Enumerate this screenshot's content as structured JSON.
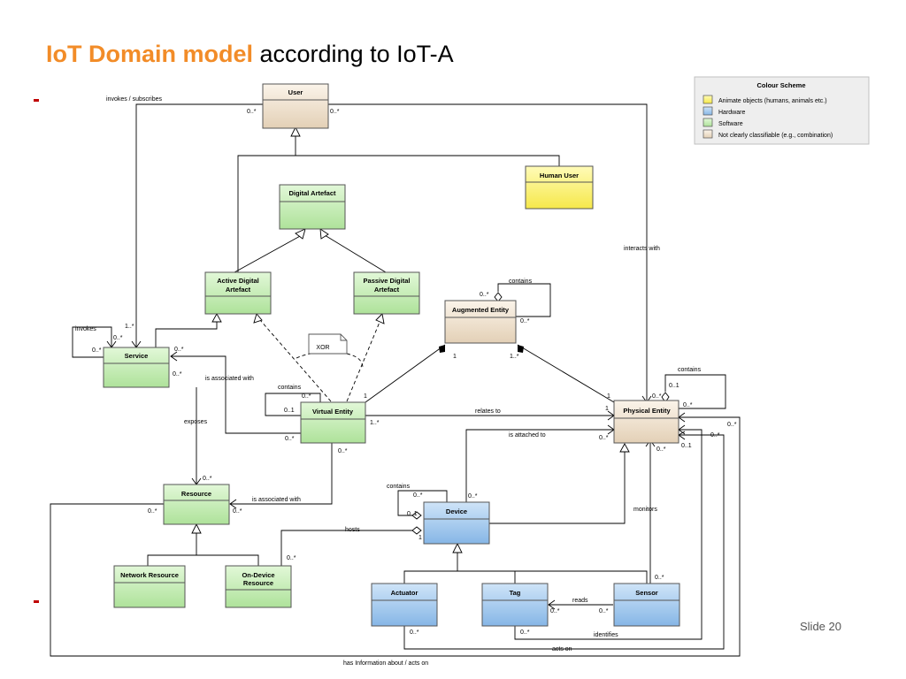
{
  "slide": {
    "title_accent": "IoT Domain model",
    "title_rest": " according to IoT-A",
    "slide_number": "Slide 20"
  },
  "colors": {
    "animate": "#fdf480",
    "hardware": "#a7ccef",
    "software": "#c6efb6",
    "mixed": "#efe1cd"
  },
  "legend": {
    "title": "Colour Scheme",
    "items": [
      {
        "key": "animate",
        "label": "Animate objects (humans, animals etc.)"
      },
      {
        "key": "hardware",
        "label": "Hardware"
      },
      {
        "key": "software",
        "label": "Software"
      },
      {
        "key": "mixed",
        "label": "Not clearly classifiable (e.g., combination)"
      }
    ]
  },
  "classes": {
    "user": {
      "name": "User",
      "kind": "mixed"
    },
    "human_user": {
      "name": "Human User",
      "kind": "animate"
    },
    "digital_artefact": {
      "name": "Digital Artefact",
      "kind": "software"
    },
    "active_digital_artefact": {
      "name": "Active Digital",
      "name2": "Artefact",
      "kind": "software"
    },
    "passive_digital_artefact": {
      "name": "Passive Digital",
      "name2": "Artefact",
      "kind": "software"
    },
    "augmented_entity": {
      "name": "Augmented Entity",
      "kind": "mixed"
    },
    "service": {
      "name": "Service",
      "kind": "software"
    },
    "virtual_entity": {
      "name": "Virtual Entity",
      "kind": "software"
    },
    "physical_entity": {
      "name": "Physical Entity",
      "kind": "mixed"
    },
    "resource": {
      "name": "Resource",
      "kind": "software"
    },
    "device": {
      "name": "Device",
      "kind": "hardware"
    },
    "network_resource": {
      "name": "Network Resource",
      "kind": "software"
    },
    "on_device_resource": {
      "name": "On-Device",
      "name2": "Resource",
      "kind": "software"
    },
    "actuator": {
      "name": "Actuator",
      "kind": "hardware"
    },
    "tag": {
      "name": "Tag",
      "kind": "hardware"
    },
    "sensor": {
      "name": "Sensor",
      "kind": "hardware"
    }
  },
  "note": {
    "text": "XOR"
  },
  "relations": {
    "invokes_subscribes": "invokes / subscribes",
    "interacts_with": "interacts with",
    "invokes": "invokes",
    "contains": "contains",
    "is_associated_with": "is associated with",
    "exposes": "exposes",
    "relates_to": "relates to",
    "is_attached_to": "is attached to",
    "hosts": "hosts",
    "monitors": "monitors",
    "reads": "reads",
    "identifies": "identifies",
    "acts_on": "acts on",
    "has_information": "has Information about / acts on"
  },
  "multiplicities": {
    "many": "0..*",
    "one_many": "1..*",
    "zero_one": "0..1",
    "one": "1"
  }
}
